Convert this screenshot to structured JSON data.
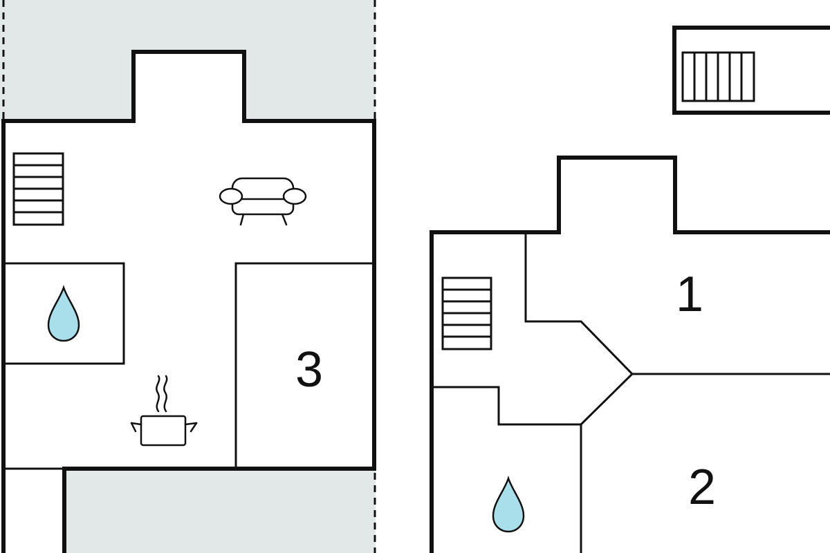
{
  "colors": {
    "wall": "#111111",
    "terrace": "#e1e8e7",
    "water": "#a9dfea",
    "background": "#ffffff"
  },
  "ground_floor": {
    "room_labels": [
      "3"
    ],
    "icons": [
      "stairs-icon",
      "sofa-icon",
      "water-drop-icon",
      "cooking-pot-icon"
    ]
  },
  "upper_floor": {
    "room_labels": [
      "1",
      "2"
    ],
    "icons": [
      "stairs-icon",
      "stairs-icon",
      "water-drop-icon"
    ]
  }
}
